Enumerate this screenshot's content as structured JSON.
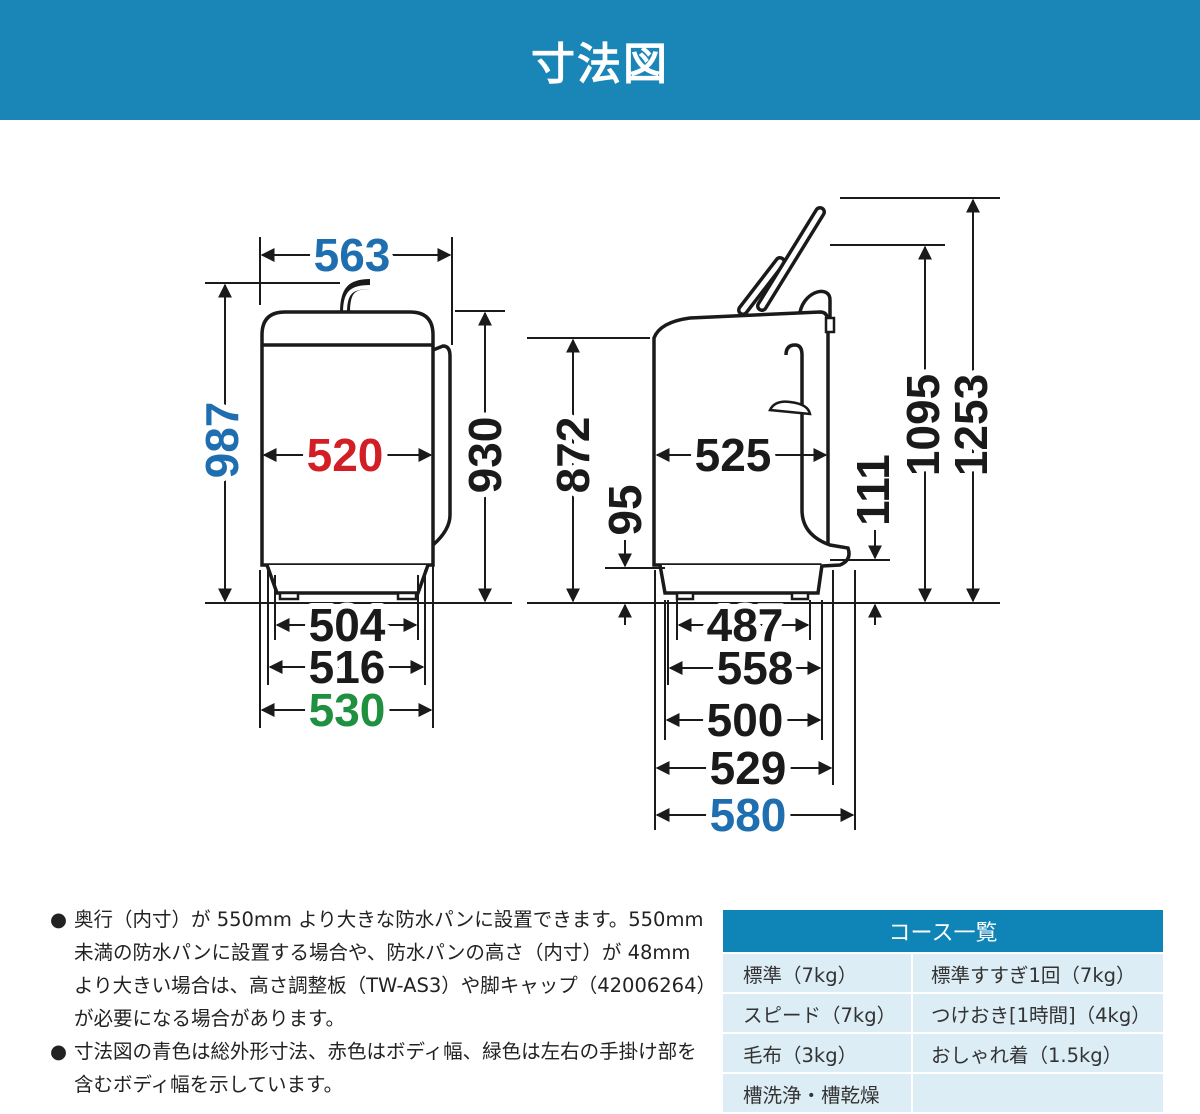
{
  "header": {
    "title": "寸法図"
  },
  "colors": {
    "header": "#1a86b8",
    "blue": "#1f6fb0",
    "red": "#d21f26",
    "green": "#1e9040",
    "black": "#1a1a1a"
  },
  "front_view": {
    "total_width": "563",
    "total_height": "987",
    "body_width": "520",
    "body_height": "930",
    "foot_width_1": "504",
    "foot_width_2": "516",
    "width_with_handles": "530"
  },
  "side_view": {
    "body_height": "872",
    "base_height": "95",
    "body_depth": "525",
    "hose_height": "111",
    "lid_open_height_1": "1095",
    "lid_open_height_2": "1253",
    "depth_1": "487",
    "depth_2": "558",
    "depth_3": "500",
    "depth_4": "529",
    "total_depth": "580"
  },
  "notes": [
    {
      "bullet": "●",
      "text": "奥行（内寸）が 550mm より大きな防水パンに設置できます。550mm 未満の防水パンに設置する場合や、防水パンの高さ（内寸）が 48mm より大きい場合は、高さ調整板（TW-AS3）や脚キャップ（42006264）が必要になる場合があります。"
    },
    {
      "bullet": "●",
      "text": "寸法図の青色は総外形寸法、赤色はボディ幅、緑色は左右の手掛け部を含むボディ幅を示しています。"
    }
  ],
  "course_table": {
    "title": "コース一覧",
    "rows": [
      [
        "標準（7kg）",
        "標準すすぎ1回（7kg）"
      ],
      [
        "スピード（7kg）",
        "つけおき[1時間]（4kg）"
      ],
      [
        "毛布（3kg）",
        "おしゃれ着（1.5kg）"
      ],
      [
        "槽洗浄・槽乾燥",
        ""
      ]
    ]
  }
}
